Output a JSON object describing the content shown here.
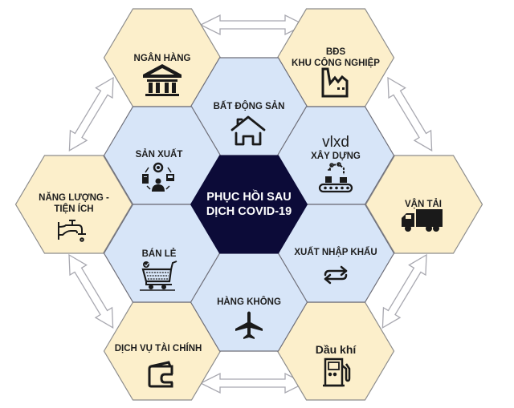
{
  "colors": {
    "outer_fill": "#FCEFCB",
    "inner_fill": "#D7E5F8",
    "center_fill": "#0C0B38",
    "border": "#8C8C8C",
    "arrow": "#A8A8B0",
    "icon": "#1a1a1a"
  },
  "center": {
    "line1": "PHỤC HỒI SAU",
    "line2": "DỊCH COVID-19"
  },
  "inner_ring": [
    {
      "id": "bat-dong-san",
      "label": "BẤT ĐỘNG SẢN",
      "icon": "house-icon"
    },
    {
      "id": "san-xuat",
      "label": "SẢN XUẤT",
      "icon": "manufacturing-cycle-icon"
    },
    {
      "id": "xay-dung",
      "label_top": "vlxd",
      "label": "XÂY DỰNG",
      "icon": "robot-arm-conveyor-icon"
    },
    {
      "id": "ban-le",
      "label": "BÁN LẺ",
      "icon": "shopping-cart-icon"
    },
    {
      "id": "xuat-nhap-khau",
      "label": "XUẤT NHẬP KHẨU",
      "icon": "exchange-arrows-icon"
    },
    {
      "id": "hang-khong",
      "label": "HÀNG KHÔNG",
      "icon": "airplane-icon"
    }
  ],
  "outer_ring": [
    {
      "id": "ngan-hang",
      "label": "NGÂN HÀNG",
      "icon": "bank-icon"
    },
    {
      "id": "bds-kcn",
      "label_line1": "BĐS",
      "label_line2": "KHU CÔNG NGHIỆP",
      "icon": "factory-icon"
    },
    {
      "id": "nang-luong",
      "label_line1": "NĂNG LƯỢNG -",
      "label_line2": "TIỆN ÍCH",
      "icon": "water-tap-icon"
    },
    {
      "id": "van-tai",
      "label": "VẬN TẢI",
      "icon": "truck-icon"
    },
    {
      "id": "dich-vu-tai-chinh",
      "label": "DỊCH VỤ TÀI CHÍNH",
      "icon": "wallet-icon"
    },
    {
      "id": "dau-khi",
      "label": "Dầu khí",
      "icon": "fuel-pump-icon"
    }
  ],
  "connections": [
    {
      "from": "ngan-hang",
      "to": "bds-kcn",
      "type": "double-arrow"
    },
    {
      "from": "bds-kcn",
      "to": "van-tai",
      "type": "double-arrow"
    },
    {
      "from": "van-tai",
      "to": "dau-khi",
      "type": "double-arrow"
    },
    {
      "from": "dau-khi",
      "to": "dich-vu-tai-chinh",
      "type": "double-arrow"
    },
    {
      "from": "dich-vu-tai-chinh",
      "to": "nang-luong",
      "type": "double-arrow"
    },
    {
      "from": "nang-luong",
      "to": "ngan-hang",
      "type": "double-arrow"
    }
  ]
}
